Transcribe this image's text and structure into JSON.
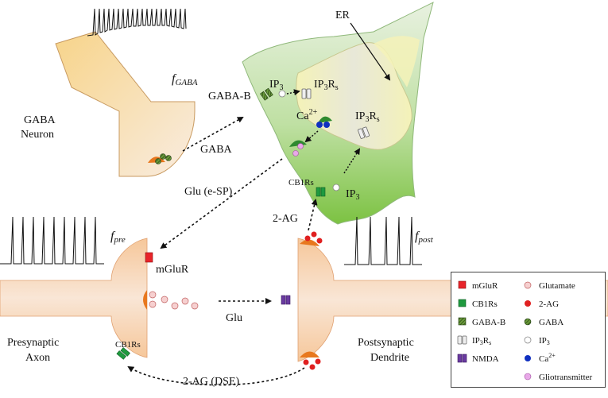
{
  "labels": {
    "er": "ER",
    "f_gaba": "fGABA",
    "f_gaba_main": "f",
    "f_gaba_sub": "GABA",
    "gaba_neuron_line1": "GABA",
    "gaba_neuron_line2": "Neuron",
    "gaba_arrow": "GABA",
    "glu_esp": "Glu (e-SP)",
    "gaba_b": "GABA-B",
    "ip3_top": "IP3",
    "ip3_top_main": "IP",
    "ip3_top_sub": "3",
    "ip3rs_top_main": "IP",
    "ip3rs_top_sub1": "3",
    "ip3rs_top_mid": "R",
    "ip3rs_top_sub2": "s",
    "ca_main": "Ca",
    "ca_sup": "2+",
    "ip3rs_right_main": "IP",
    "ip3rs_right_sub1": "3",
    "ip3rs_right_mid": "R",
    "ip3rs_right_sub2": "s",
    "cb1rs_astro": "CB1Rs",
    "ip3_bottom_main": "IP",
    "ip3_bottom_sub": "3",
    "two_ag": "2-AG",
    "f_pre_main": "f",
    "f_pre_sub": "pre",
    "f_post_main": "f",
    "f_post_sub": "post",
    "mglur": "mGluR",
    "glu": "Glu",
    "cb1rs_pre": "CB1Rs",
    "presynaptic_line1": "Presynaptic",
    "presynaptic_line2": "Axon",
    "postsynaptic_line1": "Postsynaptic",
    "postsynaptic_line2": "Dendrite",
    "two_ag_dse": "2-AG (DSE)"
  },
  "legend": {
    "left": [
      {
        "label": "mGluR",
        "icon": "mglur-icon",
        "color": "#e8242a"
      },
      {
        "label": "CB1Rs",
        "icon": "cb1rs-icon",
        "color": "#1f9a3f"
      },
      {
        "label": "GABA-B",
        "icon": "gaba-b-icon",
        "color": "#4a7a2a"
      },
      {
        "label_main": "IP",
        "label_sub": "3",
        "label_tail": "R",
        "label_sub2": "s",
        "icon": "ip3rs-icon",
        "color": "#e6e6e6"
      },
      {
        "label": "NMDA",
        "icon": "nmda-icon",
        "color": "#6a3aa0"
      }
    ],
    "right": [
      {
        "label": "Glutamate",
        "icon": "glutamate-icon",
        "color": "#f2c0c0"
      },
      {
        "label": "2-AG",
        "icon": "two-ag-icon",
        "color": "#e02020"
      },
      {
        "label": "GABA",
        "icon": "gaba-icon",
        "color": "#3a6a20"
      },
      {
        "label_main": "IP",
        "label_sub": "3",
        "icon": "ip3-icon",
        "color": "#ffffff"
      },
      {
        "label_main": "Ca",
        "label_sup": "2+",
        "icon": "ca-icon",
        "color": "#1030c0"
      },
      {
        "label": "Gliotransmitter",
        "icon": "gliotransmitter-icon",
        "color": "#e090e0"
      }
    ]
  },
  "colors": {
    "neuron": "#f6c79a",
    "astrocyte_top": "#dcebd2",
    "astrocyte_bottom": "#7cc242",
    "er_fill": "#f2f0b0",
    "arrow": "#111111"
  }
}
